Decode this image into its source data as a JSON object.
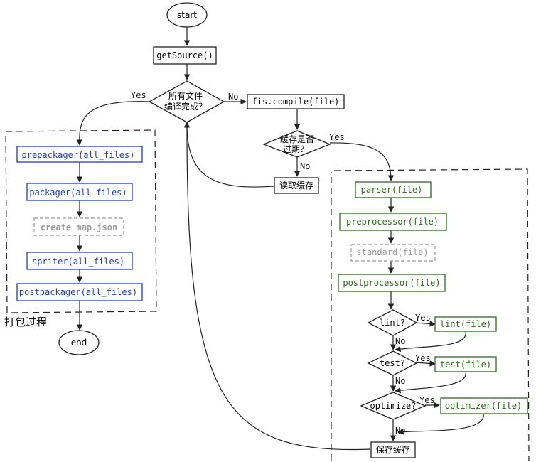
{
  "nodes": {
    "start": "start",
    "get_source": "getSource()",
    "all_compiled": [
      "所有文件",
      "编译完成？"
    ],
    "fis_compile": "fis.compile(file)",
    "cache_expired": [
      "缓存是否",
      "过期？"
    ],
    "read_cache": "读取缓存",
    "parser": "parser(file)",
    "preprocessor": "preprocessor(file)",
    "standard": "standard(file)",
    "postprocessor": "postprocessor(file)",
    "lint_q": "lint?",
    "lint": "lint(file)",
    "test_q": "test?",
    "test": "test(file)",
    "optimize_q": "optimize?",
    "optimizer": "optimizer(file)",
    "save_cache": "保存缓存",
    "prepackager": "prepackager(all_files)",
    "packager": "packager(all files)",
    "create_map": "create map.json",
    "spriter": "spriter(all_files)",
    "postpackager": "postpackager(all_files)",
    "end": "end"
  },
  "groups": {
    "packaging_title": "打包过程"
  },
  "edge_labels": {
    "yes": "Yes",
    "no": "No"
  },
  "colors": {
    "blue": "#1f3fbf",
    "green": "#2e6b1f",
    "gray": "#9a9a9a",
    "black": "#111111"
  }
}
